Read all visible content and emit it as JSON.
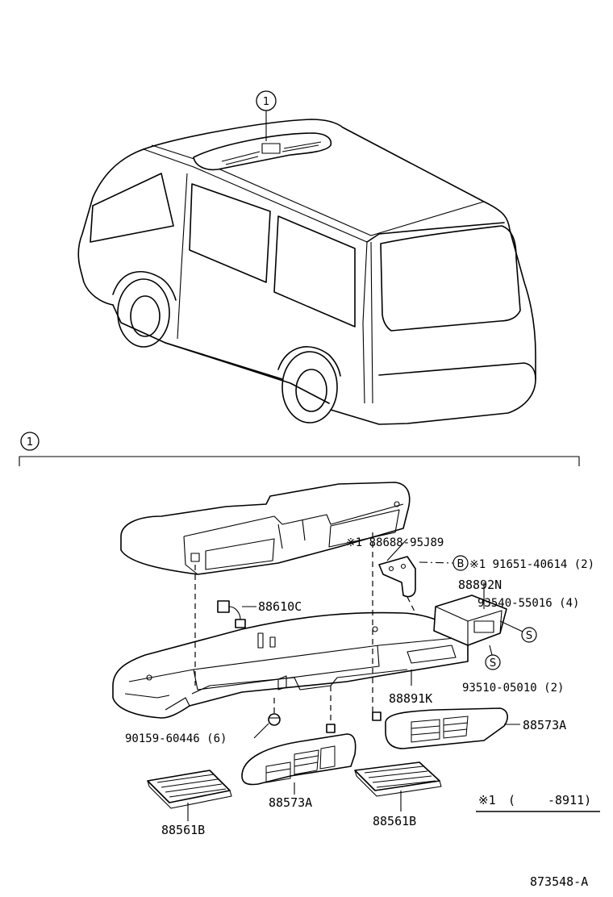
{
  "callouts": {
    "ref1_top": "1",
    "ref1_section": "1",
    "bolt_symbol": "B",
    "screw_symbol_a": "S",
    "screw_symbol_b": "S"
  },
  "parts": {
    "p1": "※1 88688-95J89",
    "p2": "※1 91651-40614 (2)",
    "p3": "88892N",
    "p4": "93540-55016 (4)",
    "p5": "88610C",
    "p6": "88891K",
    "p7": "93510-05010 (2)",
    "p8": "90159-60446 (6)",
    "p9": "88573A",
    "p10": "88573A",
    "p11": "88561B",
    "p12": "88561B"
  },
  "note": {
    "mark": "※1",
    "open_paren": "(",
    "range": "-8911)"
  },
  "diagram_id": "873548-A"
}
